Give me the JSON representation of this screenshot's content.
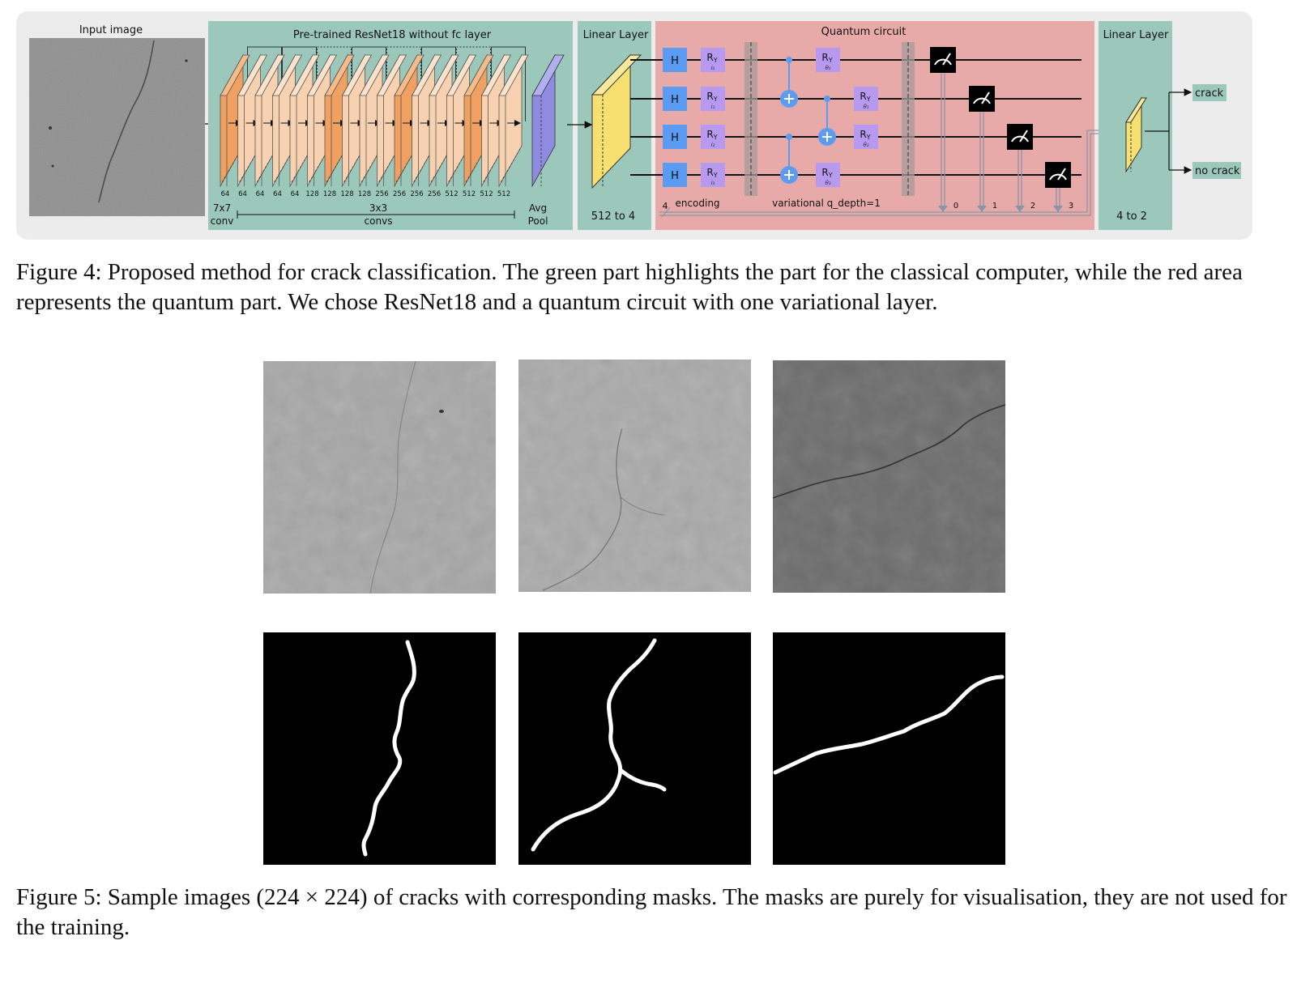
{
  "figure4": {
    "input_image_label": "Input image",
    "resnet_title": "Pre-trained ResNet18 without fc layer",
    "channels": [
      "64",
      "64",
      "64",
      "64",
      "64",
      "128",
      "128",
      "128",
      "128",
      "256",
      "256",
      "256",
      "256",
      "512",
      "512",
      "512",
      "512"
    ],
    "conv7_label_1": "7x7",
    "conv7_label_2": "conv",
    "conv3_label_1": "3x3",
    "conv3_label_2": "convs",
    "avgpool_label_1": "Avg",
    "avgpool_label_2": "Pool",
    "linear1_title": "Linear Layer",
    "linear1_sub": "512 to 4",
    "quantum_title": "Quantum circuit",
    "h_gate": "H",
    "ry_gate": "R",
    "ry_sub": "Y",
    "encoding_params": [
      "i₀",
      "i₁",
      "i₂",
      "i₃"
    ],
    "variational_params": [
      "θ₀",
      "θ₁",
      "θ₂",
      "θ₃"
    ],
    "register_size": "4",
    "encoding_label": "encoding",
    "variational_label": "variational q_depth=1",
    "measure_indices": [
      "0",
      "1",
      "2",
      "3"
    ],
    "linear2_title": "Linear Layer",
    "linear2_sub": "4 to 2",
    "output_crack": "crack",
    "output_no_crack": "no crack",
    "caption": "Figure 4: Proposed method for crack classification. The green part highlights the part for the classical computer, while the red area represents the quantum part. We chose ResNet18 and a quantum circuit with one variational layer."
  },
  "figure5": {
    "caption": "Figure 5: Sample images (224 × 224) of cracks with corresponding masks. The masks are purely for visualisation, they are not used for the training."
  },
  "colors": {
    "green_panel": "#9cc8bc",
    "red_panel": "#e8a9a9",
    "frame": "#ececec",
    "conv7": "#f0a060",
    "conv3": "#f8d2b0",
    "avgpool": "#8f8be0",
    "linear": "#f7e070",
    "h_gate": "#5b9cf2",
    "ry_gate": "#b79af0",
    "cnot": "#5b9cf2",
    "output_box": "#9cc8bc"
  }
}
